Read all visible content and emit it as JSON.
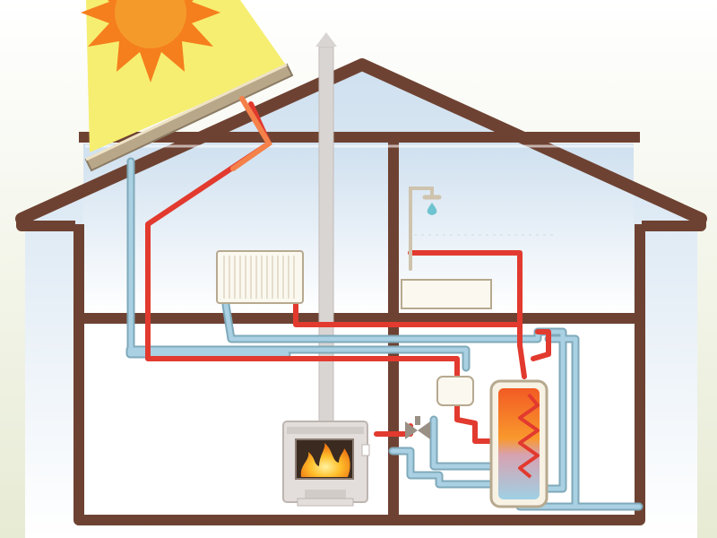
{
  "scene": {
    "subject": "house-heating-system",
    "components": [
      "sun",
      "solar-collector",
      "chimney",
      "radiator",
      "shower",
      "bathtub",
      "wood-stove",
      "hot-water-tank",
      "pump",
      "mixing-valve",
      "supply-pipes",
      "return-pipes"
    ]
  },
  "colors": {
    "wall": "#6e4232",
    "sky": "#cfe1f1",
    "room": "#ffffff",
    "ground": "#e7ebd4",
    "hot_pipe": "#e23a2f",
    "cold_pipe": "#a9d1e3",
    "pipe_outline": "#7fa9ba",
    "sun": "#f57e1d",
    "sun_center": "#f49a2a",
    "solar_beam": "#f6ee70",
    "chimney": "#d9d5d3",
    "stove": "#e3dedb",
    "flame": "#f7a11c",
    "tank_hot": "#f4582a",
    "tank_cold": "#9fd0e4",
    "water_drop": "#6dc3cf"
  }
}
